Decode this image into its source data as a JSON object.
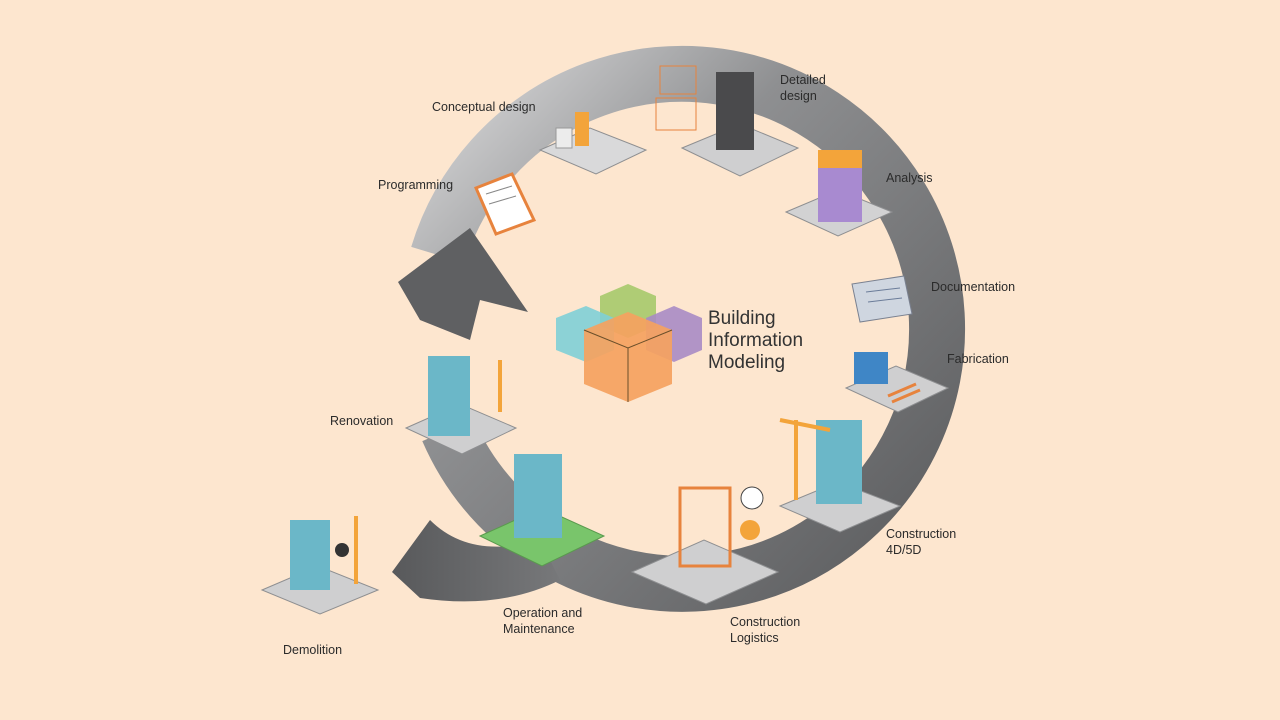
{
  "title_lines": [
    "Building",
    "Information",
    "Modeling"
  ],
  "stages": [
    {
      "id": "conceptual",
      "label_lines": [
        "Conceptual design"
      ]
    },
    {
      "id": "detailed",
      "label_lines": [
        "Detailed",
        "design"
      ]
    },
    {
      "id": "analysis",
      "label_lines": [
        "Analysis"
      ]
    },
    {
      "id": "documentation",
      "label_lines": [
        "Documentation"
      ]
    },
    {
      "id": "fabrication",
      "label_lines": [
        "Fabrication"
      ]
    },
    {
      "id": "construction-4d",
      "label_lines": [
        "Construction",
        "4D/5D"
      ]
    },
    {
      "id": "construction-logistics",
      "label_lines": [
        "Construction",
        "Logistics"
      ]
    },
    {
      "id": "operation",
      "label_lines": [
        "Operation and",
        "Maintenance"
      ]
    },
    {
      "id": "renovation",
      "label_lines": [
        "Renovation"
      ]
    },
    {
      "id": "demolition",
      "label_lines": [
        "Demolition"
      ]
    },
    {
      "id": "programming",
      "label_lines": [
        "Programming"
      ]
    }
  ],
  "colors": {
    "background": "#fde6cf",
    "ring": "#5f6062",
    "ring_light": "#c9c9ca",
    "cube_green": "#a6c96a",
    "cube_cyan": "#7fcfd6",
    "cube_purple": "#a98bc4",
    "cube_orange": "#f5a260"
  }
}
